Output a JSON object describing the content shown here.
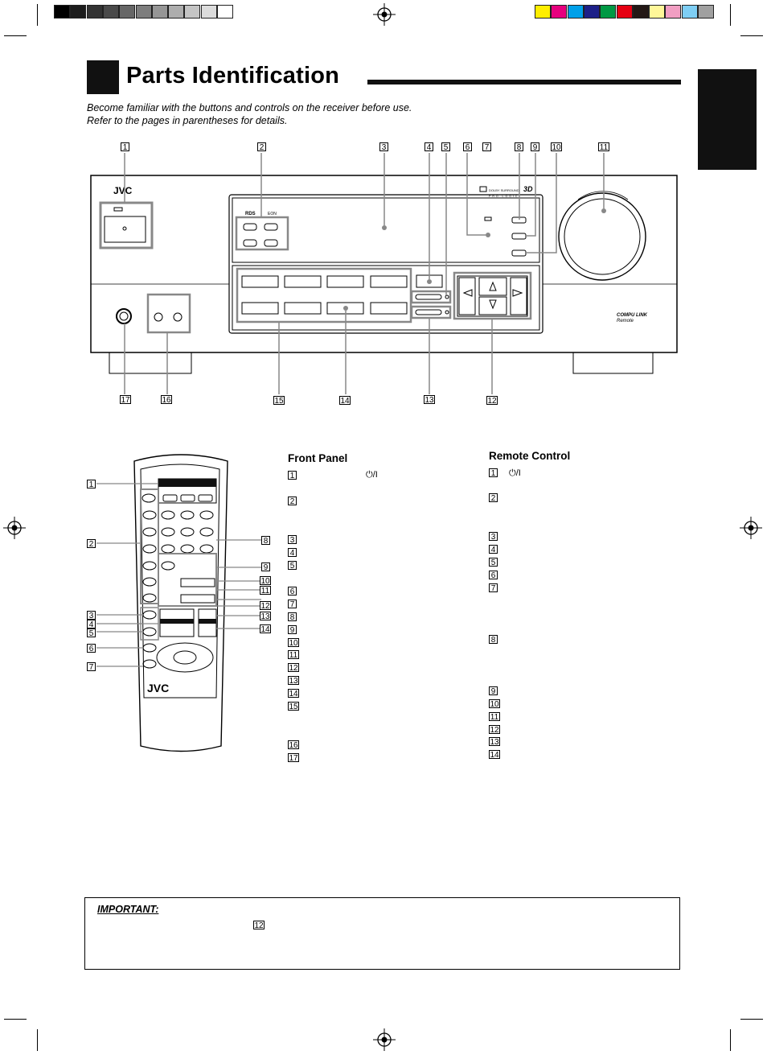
{
  "page": {
    "title": "Parts Identification",
    "intro_line1": "Become familiar with the buttons and controls on the receiver before use.",
    "intro_line2": "Refer to the pages in parentheses for details."
  },
  "colors": {
    "grayscale_bar": [
      "#000000",
      "#1c1c1c",
      "#333333",
      "#4a4a4a",
      "#666666",
      "#7d7d7d",
      "#969696",
      "#adadad",
      "#c4c4c4",
      "#dcdcdc",
      "#ffffff"
    ],
    "color_bar": [
      "#ffee00",
      "#e6007e",
      "#00a0e9",
      "#1d2088",
      "#009944",
      "#e60012",
      "#231815",
      "#fff799",
      "#f19ec2",
      "#7ecef4",
      "#a0a0a0"
    ],
    "tab": "#111111"
  },
  "receiver": {
    "brand": "JVC",
    "rds_logo": "RDS",
    "eon_label": "EON",
    "dolby_text": "DOLBY SURROUND",
    "pro_logic_text": "PRO LOGIC",
    "logo_3d": "3D",
    "compu_link_label": "COMPU LINK",
    "remote_label": "Remote",
    "callouts_top": [
      "1",
      "2",
      "3",
      "4",
      "5",
      "6",
      "7",
      "8",
      "9",
      "10",
      "11"
    ],
    "callouts_bottom": [
      "17",
      "16",
      "15",
      "14",
      "13",
      "12"
    ]
  },
  "remote": {
    "brand": "JVC",
    "callouts_left": [
      "1",
      "2",
      "3",
      "4",
      "5",
      "6",
      "7"
    ],
    "callouts_right": [
      "8",
      "9",
      "10",
      "11",
      "12",
      "13",
      "14"
    ]
  },
  "front_panel": {
    "heading": "Front Panel",
    "numbers": [
      "1",
      "2",
      "3",
      "4",
      "5",
      "6",
      "7",
      "8",
      "9",
      "10",
      "11",
      "12",
      "13",
      "14",
      "15",
      "16",
      "17"
    ],
    "power_symbol": "⏻/I"
  },
  "remote_control": {
    "heading": "Remote Control",
    "numbers": [
      "1",
      "2",
      "3",
      "4",
      "5",
      "6",
      "7",
      "8",
      "9",
      "10",
      "11",
      "12",
      "13",
      "14"
    ],
    "power_symbol": "⏻/I"
  },
  "important": {
    "heading": "IMPORTANT:",
    "ref_number": "12"
  }
}
